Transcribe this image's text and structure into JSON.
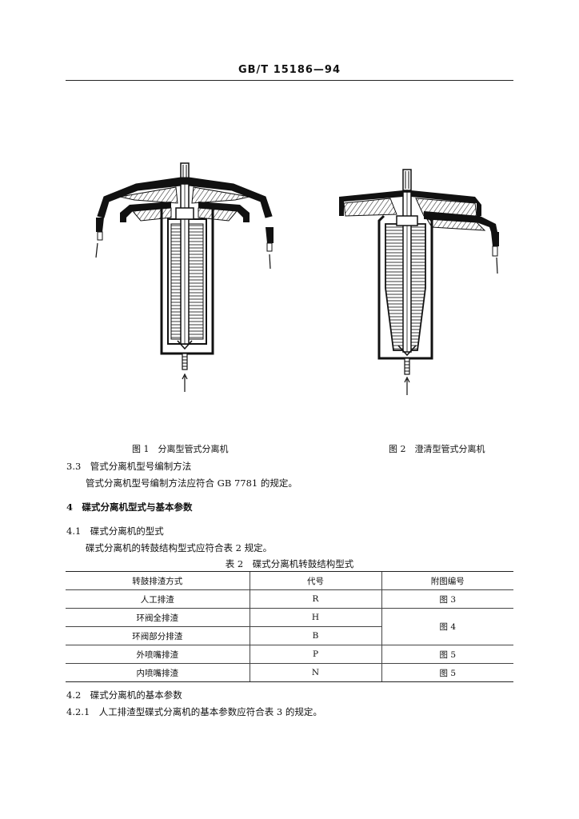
{
  "header": {
    "title": "GB/T 15186—94"
  },
  "figures": [
    {
      "caption": "图 1　分离型管式分离机"
    },
    {
      "caption": "图 2　澄清型管式分离机"
    }
  ],
  "section_3_3": {
    "heading": "3.3　管式分离机型号编制方法",
    "body": "管式分离机型号编制方法应符合 GB 7781 的规定。"
  },
  "section_4": {
    "heading": "4　碟式分离机型式与基本参数"
  },
  "section_4_1": {
    "heading": "4.1　碟式分离机的型式",
    "body": "碟式分离机的转鼓结构型式应符合表 2 规定。"
  },
  "table2": {
    "title": "表 2　碟式分离机转鼓结构型式",
    "headers": [
      "转鼓排渣方式",
      "代号",
      "附图编号"
    ],
    "rows": [
      {
        "method": "人工排渣",
        "code": "R",
        "figure": "图 3"
      },
      {
        "method": "环阀全排渣",
        "code": "H",
        "figure": "图 4"
      },
      {
        "method": "环阀部分排渣",
        "code": "B",
        "figure": ""
      },
      {
        "method": "外喷嘴排渣",
        "code": "P",
        "figure": "图 5"
      },
      {
        "method": "内喷嘴排渣",
        "code": "N",
        "figure": "图 5"
      }
    ]
  },
  "section_4_2": {
    "heading": "4.2　碟式分离机的基本参数"
  },
  "section_4_2_1": {
    "text": "4.2.1　人工排渣型碟式分离机的基本参数应符合表 3 的规定。"
  }
}
